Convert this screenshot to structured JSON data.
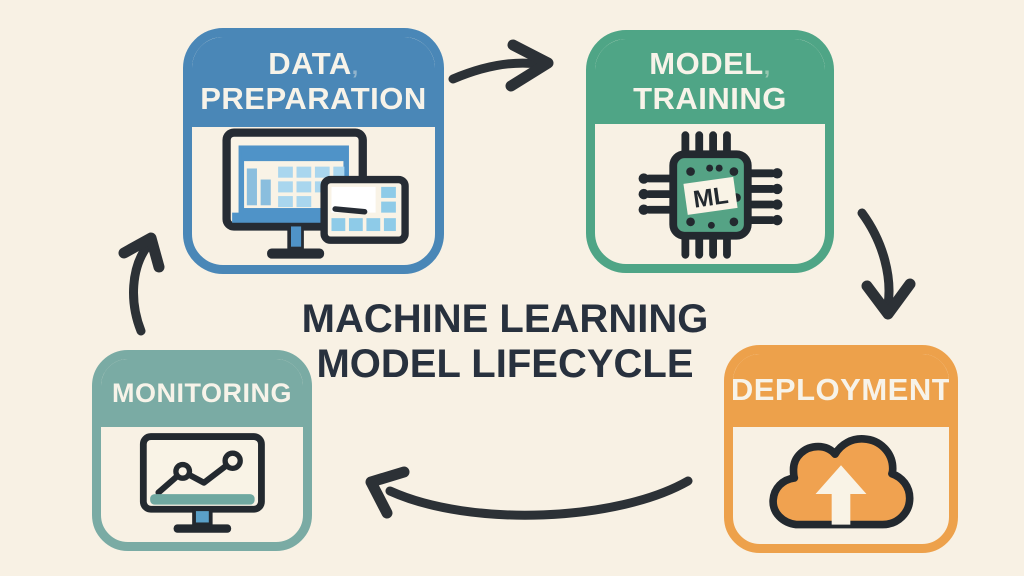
{
  "diagram": {
    "background": "#f8f1e4",
    "title": {
      "line1": "MACHINE LEARNING",
      "line2": "MODEL LIFECYCLE",
      "color": "#28313e"
    },
    "arrows": {
      "style": "hand-drawn curved",
      "color": "#2c3136"
    },
    "nodes": [
      {
        "id": "data-preparation",
        "line1": "DATA",
        "line2": "PREPARATION",
        "mark": ",",
        "accent": "#4a87b7",
        "icon": "spreadsheet-monitor-icon"
      },
      {
        "id": "model-training",
        "line1": "MODEL",
        "line2": "TRAINING",
        "mark": ",",
        "accent": "#4fa586",
        "icon": "ml-chip-icon",
        "chip_label": "ML"
      },
      {
        "id": "deployment",
        "line1": "DEPLOYMENT",
        "accent": "#eda14b",
        "icon": "cloud-upload-icon"
      },
      {
        "id": "monitoring",
        "line1": "MONITORING",
        "accent": "#7aaba4",
        "icon": "chart-monitor-icon"
      }
    ],
    "edges": [
      {
        "from": "data-preparation",
        "to": "model-training"
      },
      {
        "from": "model-training",
        "to": "deployment"
      },
      {
        "from": "deployment",
        "to": "monitoring"
      },
      {
        "from": "monitoring",
        "to": "data-preparation"
      }
    ]
  }
}
